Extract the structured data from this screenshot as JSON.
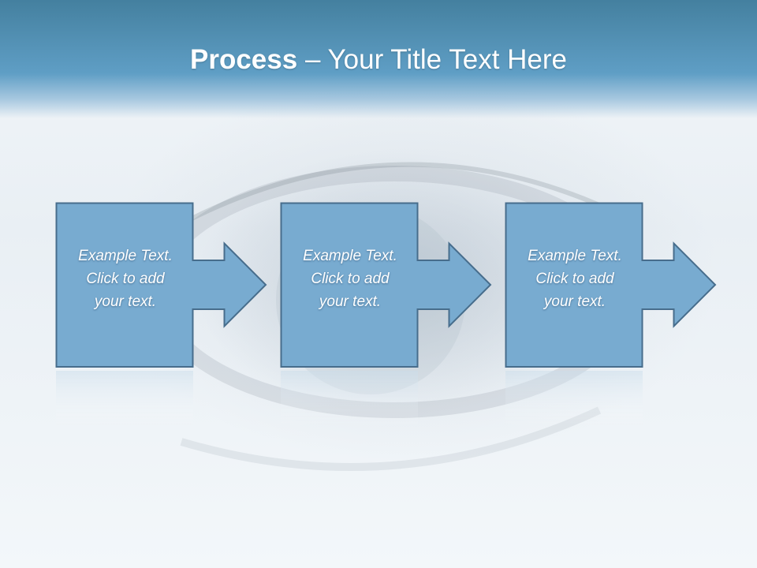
{
  "title": {
    "bold": "Process",
    "rest": " – Your Title Text Here"
  },
  "steps": [
    {
      "text": "Example Text.\nClick  to add\nyour text."
    },
    {
      "text": "Example Text.\nClick  to add\nyour text."
    },
    {
      "text": "Example Text.\nClick  to add\nyour text."
    }
  ],
  "colors": {
    "box_fill": "#78abd0",
    "box_stroke": "#476d8c",
    "title_band": "#5f9ec5",
    "text": "#ffffff"
  }
}
